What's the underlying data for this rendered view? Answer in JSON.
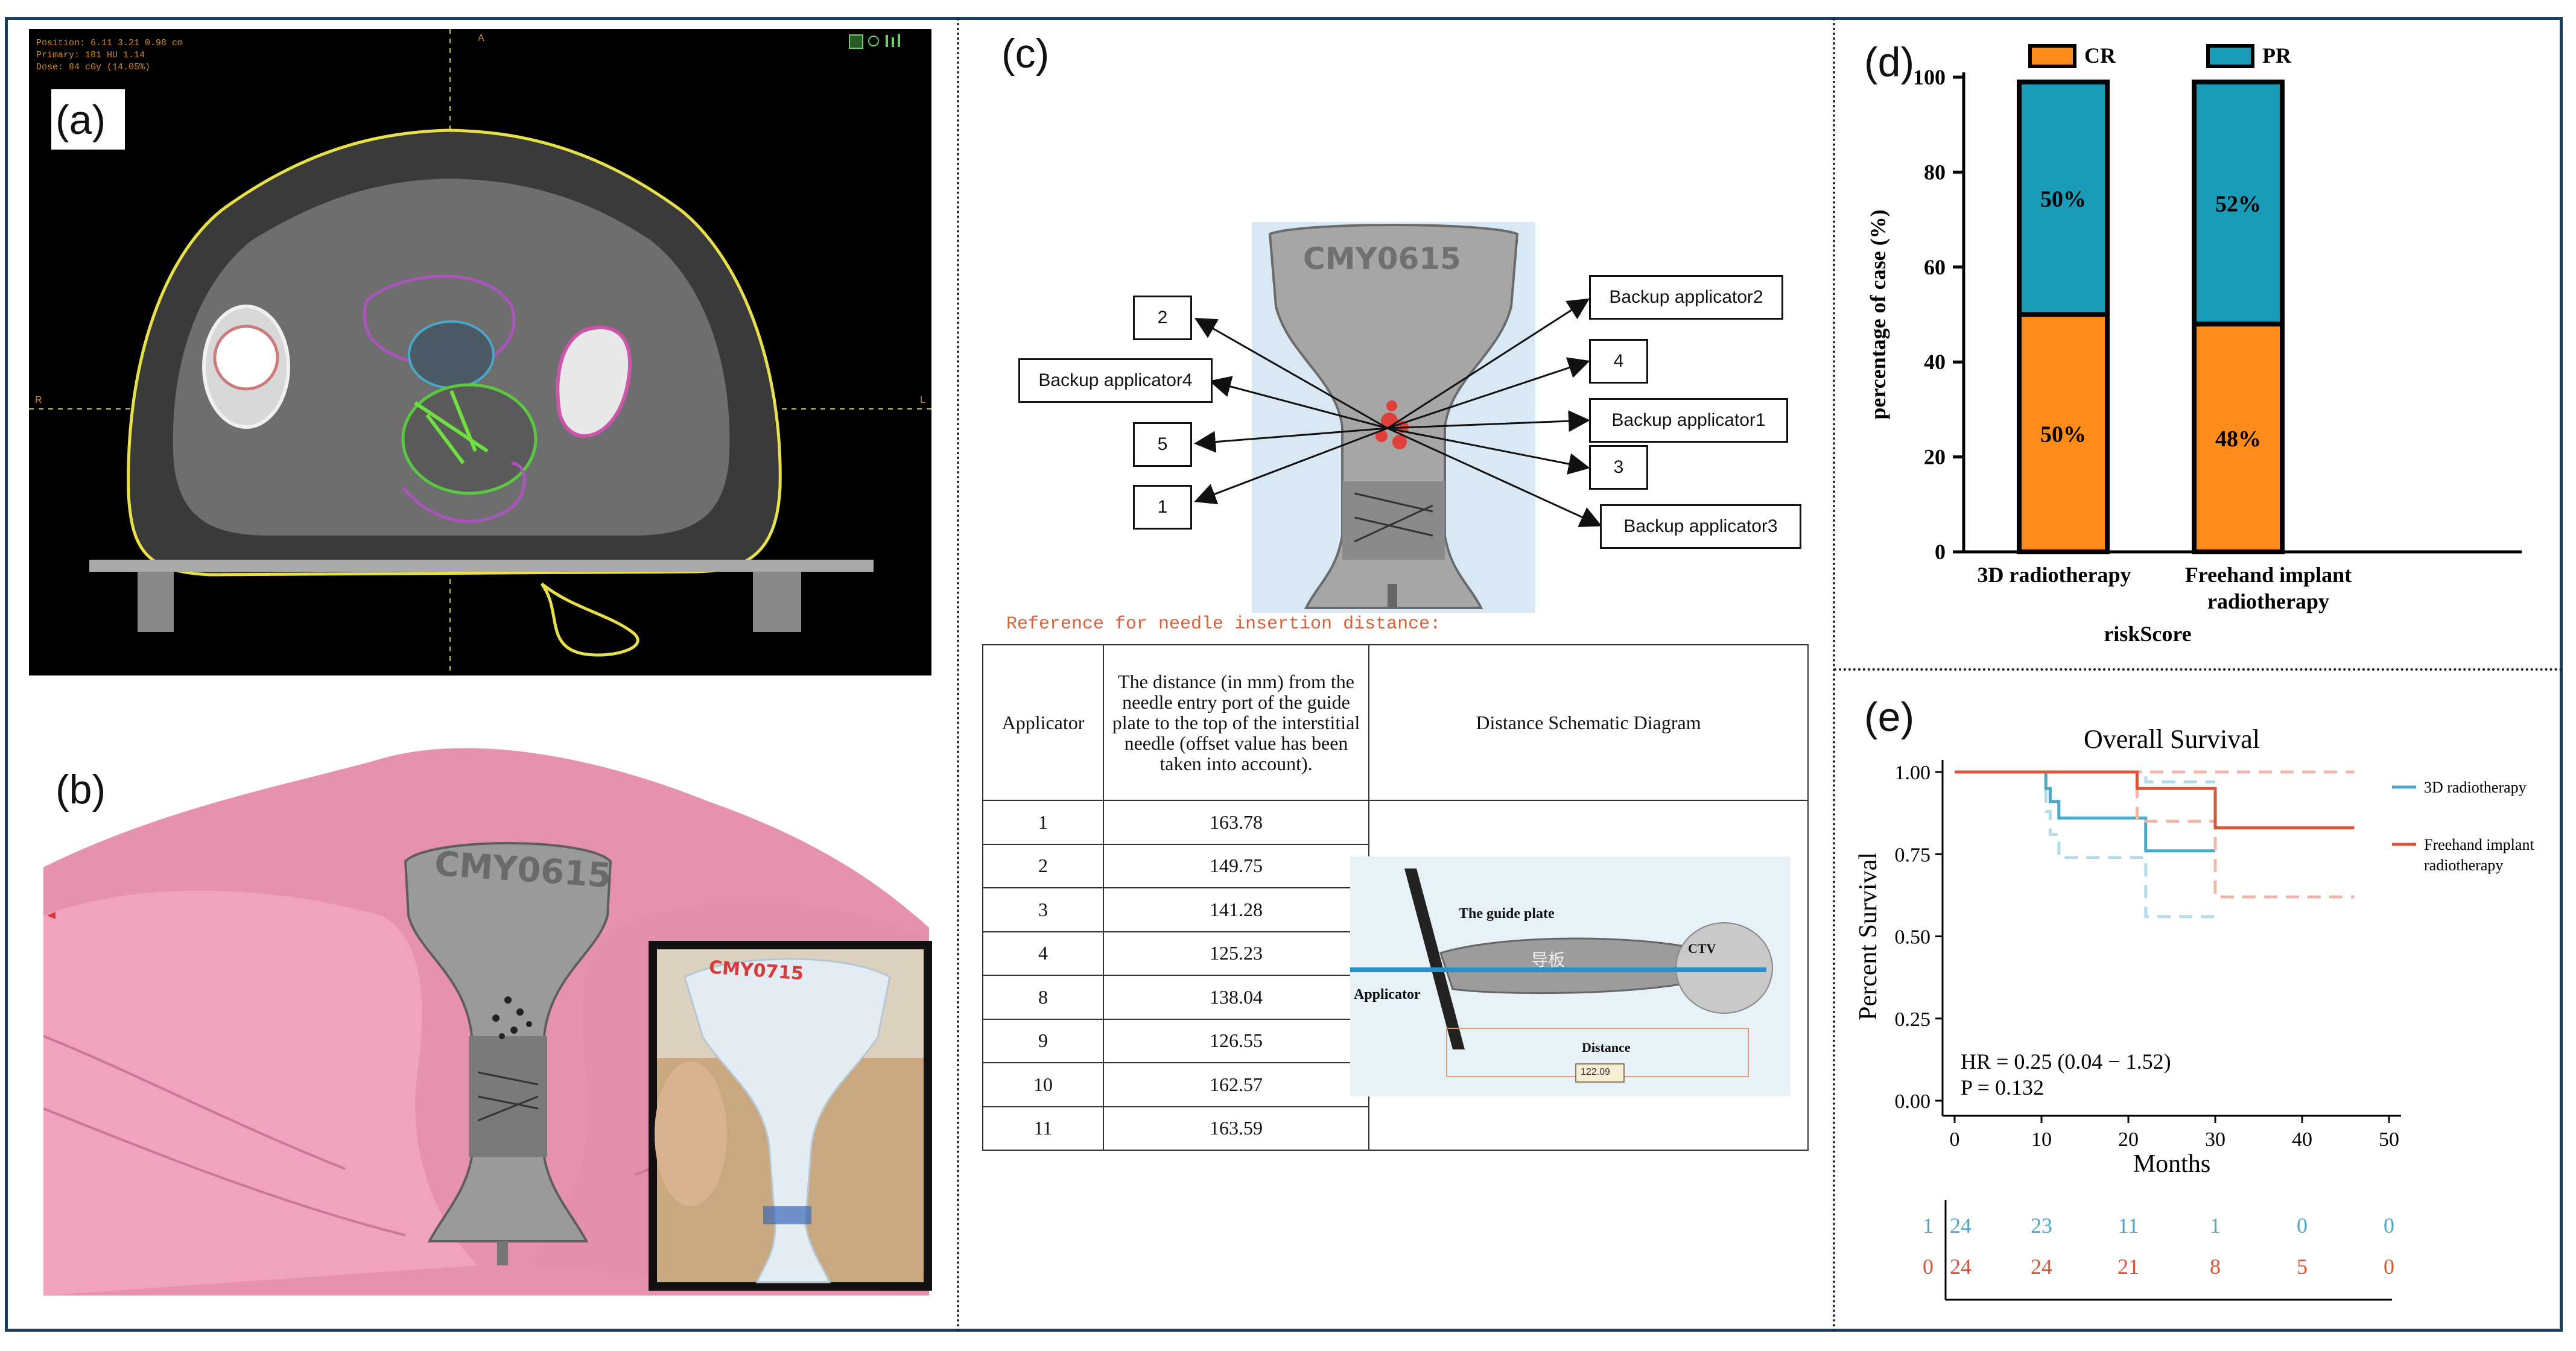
{
  "figure": {
    "panels": {
      "a": "(a)",
      "b": "(b)",
      "c": "(c)",
      "d": "(d)",
      "e": "(e)"
    }
  },
  "panel_a": {
    "info_lines": [
      "Position: 6.11 3.21 0.98 cm",
      "Primary: 181 HU 1.14",
      "Dose: 84 cGy (14.05%)"
    ],
    "orientation": {
      "top": "A",
      "left": "R",
      "right": "L"
    }
  },
  "panel_b": {
    "template_text": "CMY0615",
    "photo_text": "CMY0715"
  },
  "panel_c": {
    "template_text": "CMY0615",
    "callouts": {
      "n2": "2",
      "backup4": "Backup applicator4",
      "n5": "5",
      "n1": "1",
      "backup2": "Backup applicator2",
      "n4": "4",
      "backup1": "Backup applicator1",
      "n3": "3",
      "backup3": "Backup applicator3"
    },
    "reference_title": "Reference for needle insertion distance:",
    "table": {
      "col_applicator": "Applicator",
      "col_distance": "The distance (in mm) from the needle entry port of the guide plate to the top of the interstitial needle (offset value has been taken into account).",
      "col_schematic": "Distance Schematic Diagram",
      "rows": [
        {
          "applicator": "1",
          "distance": "163.78"
        },
        {
          "applicator": "2",
          "distance": "149.75"
        },
        {
          "applicator": "3",
          "distance": "141.28"
        },
        {
          "applicator": "4",
          "distance": "125.23"
        },
        {
          "applicator": "8",
          "distance": "138.04"
        },
        {
          "applicator": "9",
          "distance": "126.55"
        },
        {
          "applicator": "10",
          "distance": "162.57"
        },
        {
          "applicator": "11",
          "distance": "163.59"
        }
      ]
    },
    "schematic": {
      "guide_plate": "The guide plate",
      "applicator": "Applicator",
      "ctv": "CTV",
      "distance": "Distance",
      "distance_value": "122.09",
      "chinese_mark": "导板"
    }
  },
  "panel_d": {
    "chart_data": {
      "type": "bar",
      "stacked": true,
      "categories": [
        "3D radiotherapy",
        "Freehand implant radiotherapy"
      ],
      "series": [
        {
          "name": "CR",
          "values": [
            50,
            48
          ],
          "labels": [
            "50%",
            "48%"
          ],
          "color": "#ff8c1a"
        },
        {
          "name": "PR",
          "values": [
            50,
            52
          ],
          "labels": [
            "50%",
            "52%"
          ],
          "color": "#1a9bb8"
        }
      ],
      "xlabel": "riskScore",
      "ylabel": "percentage of case (%)",
      "ylim": [
        0,
        100
      ],
      "yticks": [
        "0",
        "20",
        "40",
        "60",
        "80",
        "100"
      ],
      "legend": "top"
    }
  },
  "panel_e": {
    "chart_data": {
      "type": "line",
      "title": "Overall Survival",
      "xlabel": "Months",
      "ylabel": "Percent Survival",
      "xlim": [
        0,
        50
      ],
      "ylim": [
        0,
        1
      ],
      "xticks": [
        "0",
        "10",
        "20",
        "30",
        "40",
        "50"
      ],
      "yticks": [
        "0.00",
        "0.25",
        "0.50",
        "0.75",
        "1.00"
      ],
      "series": [
        {
          "name": "3D radiotherapy",
          "color": "#4aa8c8",
          "x": [
            0,
            10.5,
            11,
            12,
            22,
            30
          ],
          "y": [
            1.0,
            0.95,
            0.91,
            0.86,
            0.76,
            0.76
          ],
          "ci_upper_x": [
            0,
            10.5,
            11,
            22,
            30
          ],
          "ci_upper_y": [
            1.0,
            1.0,
            1.0,
            0.97,
            0.97
          ],
          "ci_lower_x": [
            0,
            10.5,
            11,
            12,
            22,
            30
          ],
          "ci_lower_y": [
            1.0,
            0.88,
            0.81,
            0.74,
            0.56,
            0.56
          ]
        },
        {
          "name": "Freehand implant radiotherapy",
          "color": "#d9553a",
          "x": [
            0,
            21,
            30,
            46
          ],
          "y": [
            1.0,
            0.95,
            0.83,
            0.83
          ],
          "ci_upper_x": [
            0,
            21,
            46
          ],
          "ci_upper_y": [
            1.0,
            1.0,
            1.0
          ],
          "ci_lower_x": [
            0,
            21,
            30,
            46
          ],
          "ci_lower_y": [
            1.0,
            0.85,
            0.62,
            0.62
          ]
        }
      ],
      "annotation": [
        "HR = 0.25 (0.04 − 1.52)",
        "P = 0.132"
      ],
      "risk_table": {
        "groups": [
          {
            "label": "1",
            "color": "#4aa8c8",
            "counts": [
              "24",
              "23",
              "11",
              "1",
              "0",
              "0"
            ]
          },
          {
            "label": "0",
            "color": "#d9553a",
            "counts": [
              "24",
              "24",
              "21",
              "8",
              "5",
              "0"
            ]
          }
        ]
      }
    }
  }
}
